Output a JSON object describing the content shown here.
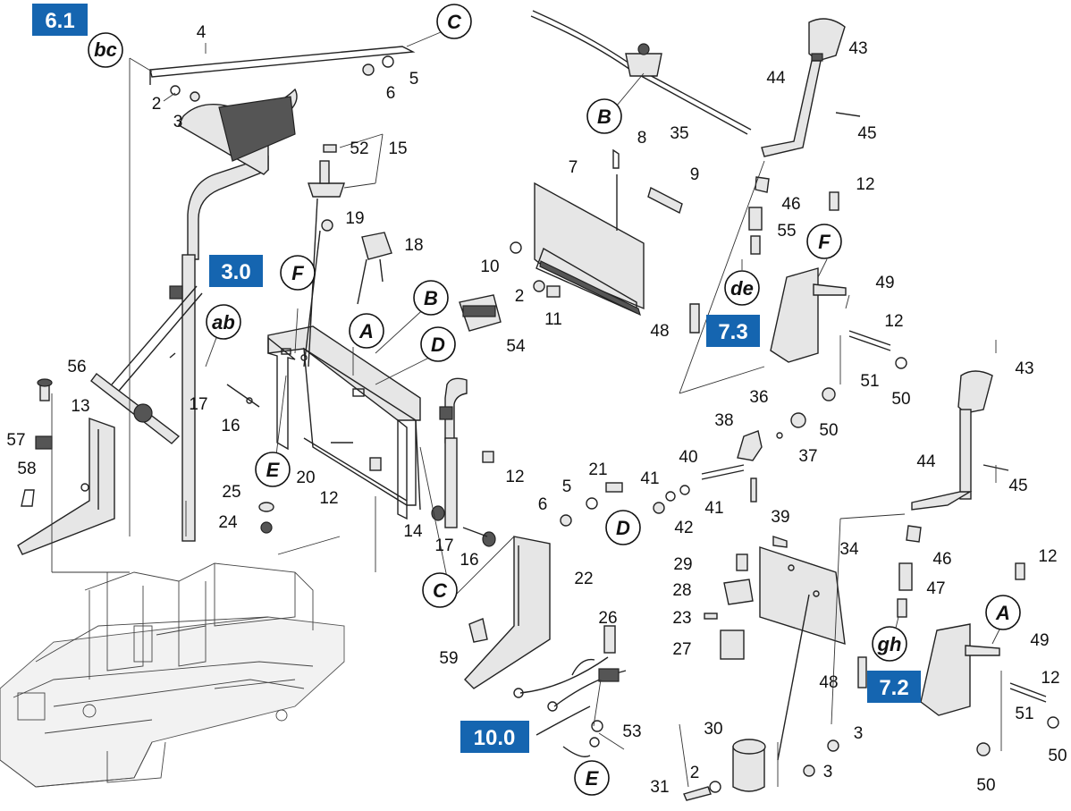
{
  "section_tags": [
    {
      "id": "tag-6-1",
      "text": "6.1"
    },
    {
      "id": "tag-3-0",
      "text": "3.0"
    },
    {
      "id": "tag-7-3",
      "text": "7.3"
    },
    {
      "id": "tag-10-0",
      "text": "10.0"
    },
    {
      "id": "tag-7-2",
      "text": "7.2"
    }
  ],
  "callouts": [
    "bc",
    "C",
    "B",
    "F",
    "B",
    "A",
    "D",
    "ab",
    "F",
    "de",
    "E",
    "C",
    "D",
    "E",
    "A",
    "gh"
  ],
  "part_numbers": [
    "4",
    "2",
    "3",
    "6",
    "5",
    "52",
    "15",
    "19",
    "18",
    "8",
    "35",
    "43",
    "44",
    "45",
    "46",
    "12",
    "55",
    "49",
    "12",
    "51",
    "50",
    "50",
    "48",
    "7",
    "9",
    "10",
    "2",
    "11",
    "54",
    "56",
    "13",
    "57",
    "58",
    "17",
    "16",
    "20",
    "12",
    "25",
    "24",
    "14",
    "17",
    "16",
    "12",
    "21",
    "5",
    "6",
    "41",
    "41",
    "42",
    "40",
    "38",
    "36",
    "37",
    "39",
    "43",
    "44",
    "45",
    "12",
    "46",
    "47",
    "49",
    "12",
    "51",
    "50",
    "50",
    "48",
    "34",
    "29",
    "28",
    "23",
    "27",
    "26",
    "22",
    "59",
    "53",
    "30",
    "31",
    "2",
    "3",
    "3"
  ],
  "colors": {
    "tag_bg": "#1565b0",
    "tag_text": "#ffffff",
    "line": "#222222",
    "fill": "#e6e6e6"
  }
}
